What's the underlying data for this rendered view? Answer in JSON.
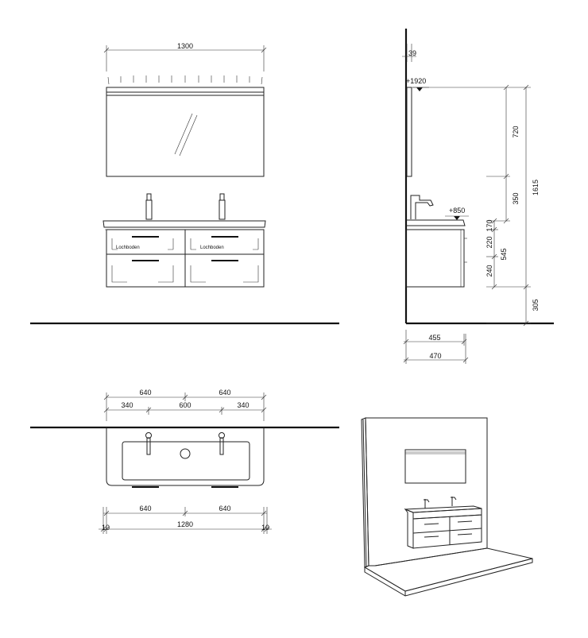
{
  "front_view": {
    "mirror_width": "1300",
    "drawer_label_left": "Lochboden",
    "drawer_label_right": "Lochboden"
  },
  "side_view": {
    "mirror_depth": "39",
    "mirror_height_mark": "+1920",
    "vanity_height_mark": "+850",
    "dim_720": "720",
    "dim_350": "350",
    "dim_1615": "1615",
    "dim_170": "170",
    "dim_220": "220",
    "dim_545": "545",
    "dim_240": "240",
    "dim_305": "305",
    "dim_455": "455",
    "dim_470": "470"
  },
  "top_view": {
    "top_left_640": "640",
    "top_right_640": "640",
    "dim_340_left": "340",
    "dim_600": "600",
    "dim_340_right": "340",
    "bottom_left_640": "640",
    "bottom_right_640": "640",
    "dim_10_left": "10",
    "dim_1280": "1280",
    "dim_10_right": "10"
  }
}
